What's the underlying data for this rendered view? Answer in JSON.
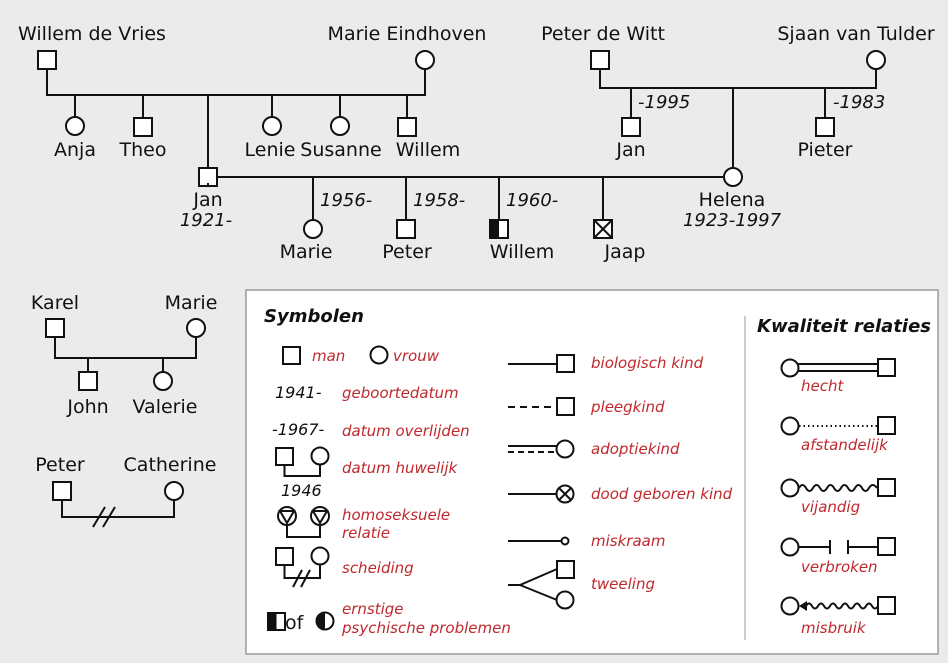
{
  "family": {
    "willem_de_vries": "Willem de Vries",
    "marie_eindhoven": "Marie Eindhoven",
    "peter_de_witt": "Peter de Witt",
    "sjaan_van_tulder": "Sjaan van Tulder",
    "anja": "Anja",
    "theo": "Theo",
    "lenie": "Lenie",
    "susanne": "Susanne",
    "willem_sibling": "Willem",
    "jan_uncle": "Jan",
    "jan_uncle_year": "-1995",
    "pieter": "Pieter",
    "pieter_year": "-1983",
    "jan": "Jan",
    "jan_year": "1921-",
    "helena": "Helena",
    "helena_year": "1923-1997",
    "marie": "Marie",
    "marie_year": "1956-",
    "peter": "Peter",
    "peter_year": "1958-",
    "willem": "Willem",
    "willem_year": "1960-",
    "jaap": "Jaap"
  },
  "small_families": {
    "karel": "Karel",
    "marie": "Marie",
    "john": "John",
    "valerie": "Valerie",
    "peter": "Peter",
    "catherine": "Catherine"
  },
  "legend": {
    "symbols_title": "Symbolen",
    "man": "man",
    "vrouw": "vrouw",
    "birth_example": "1941-",
    "birth_label": "geboortedatum",
    "death_example": "-1967-",
    "death_label": "datum overlijden",
    "marriage_year": "1946",
    "marriage_label": "datum huwelijk",
    "homo_label_1": "homoseksuele",
    "homo_label_2": "relatie",
    "divorce_label": "scheiding",
    "of_text": "of",
    "psych_label_1": "ernstige",
    "psych_label_2": "psychische problemen",
    "bio_child": "biologisch kind",
    "foster_child": "pleegkind",
    "adopt_child": "adoptiekind",
    "stillborn": "dood geboren kind",
    "miscarriage": "miskraam",
    "twins": "tweeling",
    "quality_title": "Kwaliteit relaties",
    "close": "hecht",
    "distant": "afstandelijk",
    "hostile": "vijandig",
    "broken": "verbroken",
    "abuse": "misbruik"
  },
  "colors": {
    "background": "#ebebeb",
    "legend_label": "#c0282d",
    "line": "#111111"
  }
}
